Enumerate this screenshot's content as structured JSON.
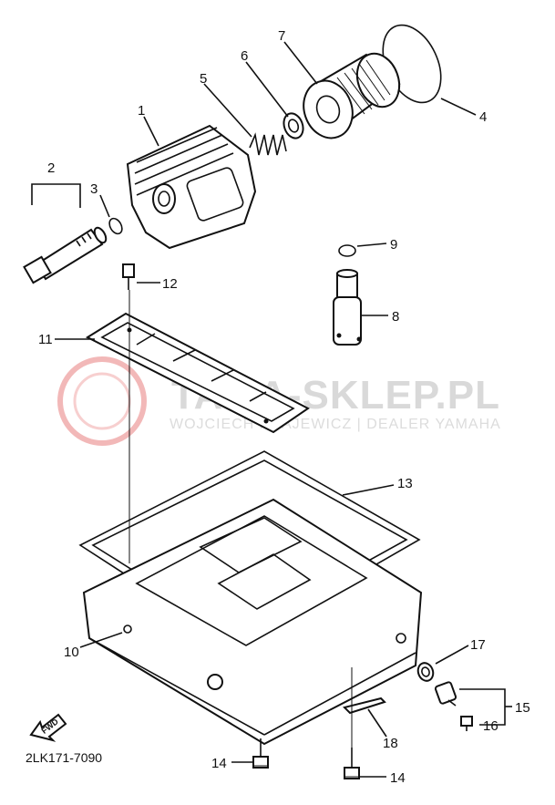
{
  "diagram_code": "2LK171-7090",
  "watermark": {
    "main": "TAMA-SKLEP.PL",
    "sub": "WOJCIECH KRAJEWICZ | DEALER YAMAHA"
  },
  "fwd_label": "FWD",
  "callouts": {
    "c1": "1",
    "c2": "2",
    "c3": "3",
    "c4": "4",
    "c5": "5",
    "c6": "6",
    "c7": "7",
    "c8": "8",
    "c9": "9",
    "c10": "10",
    "c11": "11",
    "c12": "12",
    "c13": "13",
    "c14a": "14",
    "c14b": "14",
    "c15": "15",
    "c16": "16",
    "c17": "17",
    "c18": "18"
  },
  "colors": {
    "line": "#111111",
    "watermark_logo": "#f2b8b8",
    "watermark_text": "#d9d9d9"
  }
}
